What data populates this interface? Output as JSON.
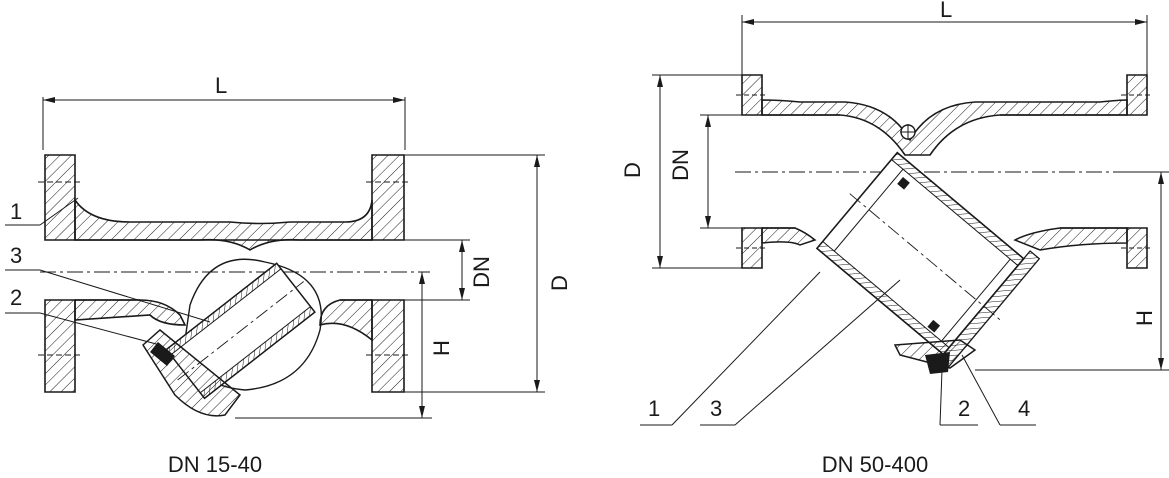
{
  "left_drawing": {
    "caption": "DN 15-40",
    "dim_length": "L",
    "dim_bore": "DN",
    "dim_flange": "D",
    "dim_height": "H",
    "callouts": [
      "1",
      "3",
      "2"
    ]
  },
  "right_drawing": {
    "caption": "DN 50-400",
    "dim_length": "L",
    "dim_flange": "D",
    "dim_bore": "DN",
    "dim_height": "H",
    "callouts": [
      "1",
      "3",
      "2",
      "4"
    ]
  },
  "colors": {
    "line": "#1a1a1a",
    "background": "#ffffff"
  }
}
